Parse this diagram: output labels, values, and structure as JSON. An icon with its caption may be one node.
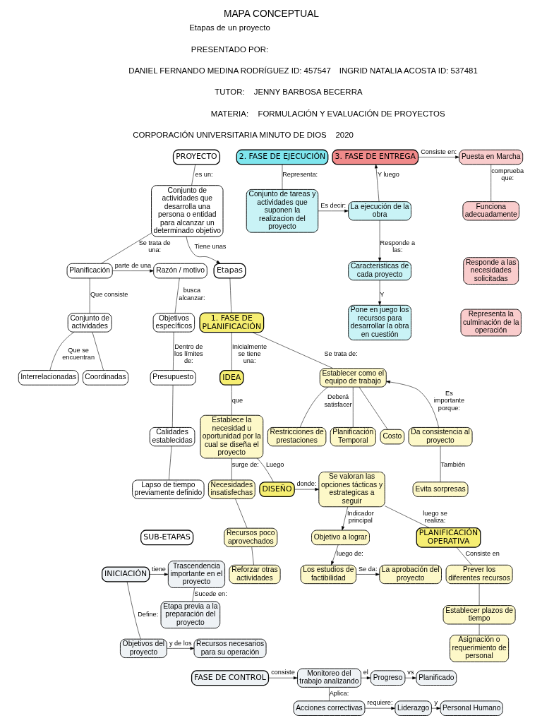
{
  "diagram": {
    "title": "MAPA CONCEPTUAL",
    "nodes": [
      {
        "text": [
          "PROYECTO"
        ]
      },
      {
        "text": [
          "Conjunto de actividades que desarrolla una persona o entidad para alcanzar un determinado objetivo"
        ]
      },
      {
        "text": [
          "Planificación"
        ]
      },
      {
        "text": [
          "Razón / motivo"
        ]
      },
      {
        "text": [
          "Conjunto de actividades"
        ]
      },
      {
        "text": [
          "Objetivos específicos"
        ]
      },
      {
        "text": [
          "Interrelacionadas"
        ]
      },
      {
        "text": [
          "Coordinadas"
        ]
      },
      {
        "text": [
          "Presupuesto"
        ]
      },
      {
        "text": [
          "Calidades establecidas"
        ]
      },
      {
        "text": [
          "Lapso de tiempo previamente definido"
        ]
      },
      {
        "text": [
          "Etapas"
        ]
      },
      {
        "text": [
          "1. FASE DE PLANIFICACIÓN"
        ]
      },
      {
        "text": [
          "IDEA"
        ]
      },
      {
        "text": [
          "Establecer como el equipo de trabajo"
        ]
      },
      {
        "text": [
          "Restricciones de prestaciones"
        ]
      },
      {
        "text": [
          "Planificación Temporal"
        ]
      },
      {
        "text": [
          "Costo"
        ]
      },
      {
        "text": [
          "Da consistencia al proyecto"
        ]
      },
      {
        "text": [
          "Evita sorpresas"
        ]
      },
      {
        "text": [
          "Establece la necesidad u oportunidad por la cual se diseña el proyecto"
        ]
      },
      {
        "text": [
          "Necesidades insatisfechas"
        ]
      },
      {
        "text": [
          "Recursos poco aprovechados"
        ]
      },
      {
        "text": [
          "Reforzar otras actividades"
        ]
      },
      {
        "text": [
          "2. FASE DE EJECUCIÓN"
        ]
      },
      {
        "text": [
          "Conjunto de tareas y actividades que suponen la realizacion del proyecto"
        ]
      },
      {
        "text": [
          "La ejecución de la obra"
        ]
      },
      {
        "text": [
          "Caracteristicas de cada proyecto"
        ]
      },
      {
        "text": [
          "Pone en juego los recursos para desarrollar la obra en cuestión"
        ]
      },
      {
        "text": [
          "3. FASE DE ENTREGA"
        ]
      },
      {
        "text": [
          "Puesta en Marcha"
        ]
      },
      {
        "text": [
          "Funciona adecuadamente"
        ]
      },
      {
        "text": [
          "Responde a las necesidades solicitadas"
        ]
      },
      {
        "text": [
          "Representa la culminación de la operación"
        ]
      },
      {
        "text": [
          "DISEÑO"
        ]
      },
      {
        "text": [
          "Se valoran las opciones tácticas y estrategicas a seguir"
        ]
      },
      {
        "text": [
          "Objetivo a lograr"
        ]
      },
      {
        "text": [
          "Los estudios de factibilidad"
        ]
      },
      {
        "text": [
          "La aprobación del proyecto"
        ]
      },
      {
        "text": [
          "PLANIFICACIÓN OPERATIVA"
        ]
      },
      {
        "text": [
          "Prever los diferentes recursos"
        ]
      },
      {
        "text": [
          "Establecer plazos de tiempo"
        ]
      },
      {
        "text": [
          "Asignación o requerimiento de personal"
        ]
      },
      {
        "text": [
          "SUB-ETAPAS"
        ]
      },
      {
        "text": [
          "INICIACIÓN"
        ]
      },
      {
        "text": [
          "Trascendencia importante en el proyecto"
        ]
      },
      {
        "text": [
          "Etapa previa a la preparación del proyecto"
        ]
      },
      {
        "text": [
          "Objetivos del proyecto"
        ]
      },
      {
        "text": [
          "Recursos necesarios para su operación"
        ]
      },
      {
        "text": [
          "FASE DE CONTROL"
        ]
      },
      {
        "text": [
          "Monitoreo del trabajo analizando"
        ]
      },
      {
        "text": [
          "Progreso"
        ]
      },
      {
        "text": [
          "Planificado"
        ]
      },
      {
        "text": [
          "Acciones correctivas"
        ]
      },
      {
        "text": [
          "Liderazgo"
        ]
      },
      {
        "text": [
          "Personal Humano"
        ]
      }
    ],
    "edges": [
      {
        "from": 0,
        "to": 1,
        "arrow": "none",
        "label": "es un:"
      },
      {
        "from": 1,
        "to": 11,
        "arrow": "to",
        "label": "Tiene unas"
      },
      {
        "from": 1,
        "to": 2,
        "arrow": "none",
        "label": "Se trata de una:"
      },
      {
        "from": 2,
        "to": 3,
        "arrow": "to",
        "label": "parte de una"
      },
      {
        "from": 2,
        "to": 4,
        "arrow": "none",
        "label": "Que consiste"
      },
      {
        "from": 4,
        "to": 6,
        "arrow": "none",
        "label": "Que se encuentran"
      },
      {
        "from": 4,
        "to": 7,
        "arrow": "none"
      },
      {
        "from": 3,
        "to": 5,
        "arrow": "none",
        "label": "busca alcanzar:"
      },
      {
        "from": 5,
        "to": 8,
        "arrow": "none",
        "label": "Dentro de los límites de:"
      },
      {
        "from": 8,
        "to": 9,
        "arrow": "none"
      },
      {
        "from": 9,
        "to": 10,
        "arrow": "none"
      },
      {
        "from": 11,
        "to": 12,
        "arrow": "none"
      },
      {
        "from": 12,
        "to": 13,
        "arrow": "none",
        "label": "Inicialmente se tiene una:"
      },
      {
        "from": 12,
        "to": 14,
        "arrow": "none",
        "label": "Se trata de:"
      },
      {
        "from": 14,
        "to": 15,
        "arrow": "none",
        "label": "Deberá satisfacer"
      },
      {
        "from": 14,
        "to": 16,
        "arrow": "none"
      },
      {
        "from": 14,
        "to": 17,
        "arrow": "none"
      },
      {
        "from": 18,
        "to": 14,
        "arrow": "to",
        "label": "Es importante porque:"
      },
      {
        "from": 18,
        "to": 19,
        "arrow": "none",
        "label": "También"
      },
      {
        "from": 13,
        "to": 20,
        "arrow": "none",
        "label": "que"
      },
      {
        "from": 20,
        "to": 21,
        "arrow": "none",
        "label": "surge de:"
      },
      {
        "from": 21,
        "to": 22,
        "arrow": "none"
      },
      {
        "from": 22,
        "to": 23,
        "arrow": "none"
      },
      {
        "from": 20,
        "to": 34,
        "arrow": "none",
        "label": "Luego"
      },
      {
        "from": 24,
        "to": 25,
        "arrow": "none",
        "label": "Representa:"
      },
      {
        "from": 25,
        "to": 26,
        "arrow": "to",
        "label": "Es decir:"
      },
      {
        "from": 26,
        "to": 29,
        "arrow": "to",
        "label": "Y luego"
      },
      {
        "from": 26,
        "to": 27,
        "arrow": "to",
        "label": "Responde a las:"
      },
      {
        "from": 27,
        "to": 28,
        "arrow": "to",
        "label": "Y"
      },
      {
        "from": 29,
        "to": 30,
        "arrow": "to",
        "label": "Consiste en:"
      },
      {
        "from": 30,
        "to": 31,
        "arrow": "none",
        "label": "comprueba que:"
      },
      {
        "from": 34,
        "to": 35,
        "arrow": "to",
        "label": "donde:"
      },
      {
        "from": 35,
        "to": 36,
        "arrow": "to",
        "label": "Indicador principal"
      },
      {
        "from": 36,
        "to": 37,
        "arrow": "to",
        "label": "luego de:"
      },
      {
        "from": 37,
        "to": 38,
        "arrow": "to",
        "label": "Se da:"
      },
      {
        "from": 35,
        "to": 39,
        "arrow": "none",
        "label": "luego se realiza:"
      },
      {
        "from": 39,
        "to": 40,
        "arrow": "none",
        "label": "Consiste en"
      },
      {
        "from": 40,
        "to": 41,
        "arrow": "none"
      },
      {
        "from": 41,
        "to": 42,
        "arrow": "none"
      },
      {
        "from": 44,
        "to": 45,
        "arrow": "to",
        "label": "tiene"
      },
      {
        "from": 45,
        "to": 46,
        "arrow": "none",
        "label": "Sucede en:"
      },
      {
        "from": 44,
        "to": 47,
        "arrow": "none",
        "label": "Define:"
      },
      {
        "from": 47,
        "to": 48,
        "arrow": "to",
        "label": "y de los"
      },
      {
        "from": 49,
        "to": 50,
        "arrow": "to",
        "label": "consiste"
      },
      {
        "from": 50,
        "to": 51,
        "arrow": "to",
        "label": "el"
      },
      {
        "from": 51,
        "to": 52,
        "arrow": "to",
        "label": "vs"
      },
      {
        "from": 50,
        "to": 53,
        "arrow": "none",
        "label": "Aplica:"
      },
      {
        "from": 53,
        "to": 54,
        "arrow": "to",
        "label": "requiere:"
      },
      {
        "from": 54,
        "to": 55,
        "arrow": "to",
        "label": "y"
      }
    ],
    "labels": [
      "Etapas de un proyecto",
      "PRESENTADO POR:",
      "DANIEL FERNANDO MEDINA RODRÍGUEZ ID: 457547",
      "INGRID NATALIA ACOSTA ID: 537481",
      "TUTOR:",
      "JENNY BARBOSA BECERRA",
      "MATERIA:",
      "FORMULACIÓN Y EVALUACIÓN DE PROYECTOS",
      "CORPORACIÓN UNIVERSITARIA MINUTO DE DIOS",
      "2020"
    ]
  }
}
